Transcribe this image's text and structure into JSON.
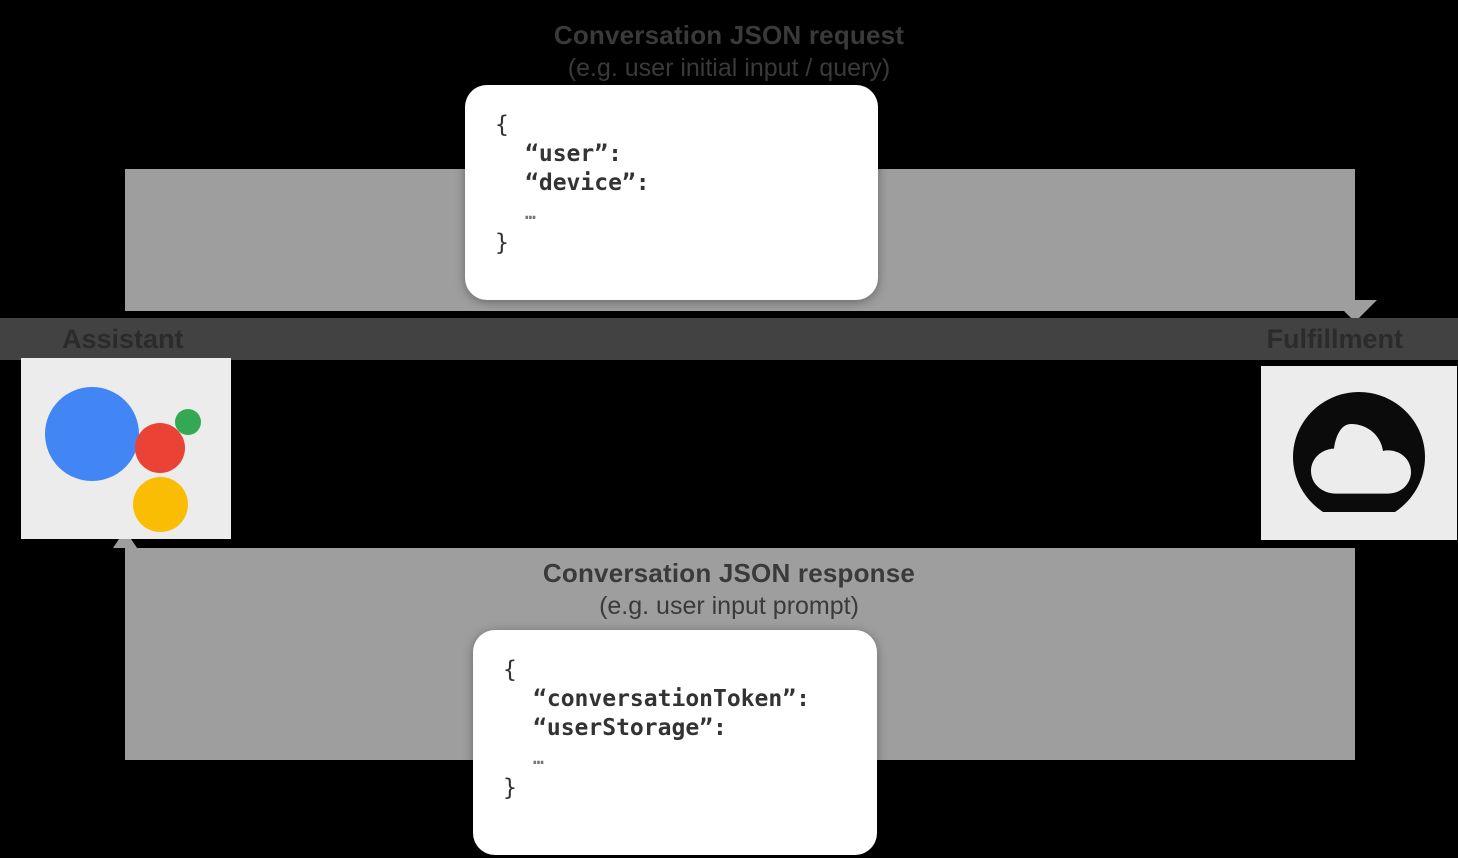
{
  "diagram": {
    "title": "Google Assistant conversation webhook flow",
    "background_color": "#000000",
    "band_color": "#424242",
    "arrow_color": "#9e9e9e",
    "tile_color": "#ececec"
  },
  "flows": {
    "request": {
      "heading": "Conversation JSON request",
      "subheading": "(e.g. user initial input / query)",
      "direction": "assistant-to-fulfillment"
    },
    "response": {
      "heading": "Conversation JSON response",
      "subheading": "(e.g. user input prompt)",
      "direction": "fulfillment-to-assistant"
    }
  },
  "endpoints": {
    "assistant": {
      "label": "Assistant",
      "icon": "google-assistant-icon",
      "dot_colors": {
        "blue": "#4285f4",
        "red": "#ea4335",
        "green": "#34a853",
        "yellow": "#fbbc04"
      }
    },
    "fulfillment": {
      "label": "Fulfillment",
      "icon": "cloud-icon"
    }
  },
  "json_request": {
    "lines": [
      "{",
      "  “user”:",
      "  “device”:",
      "  …",
      "}"
    ],
    "open_brace": "{",
    "key_user": "“user”:",
    "key_device": "“device”:",
    "ellipsis": "…",
    "close_brace": "}"
  },
  "json_response": {
    "lines": [
      "{",
      "  “conversationToken”:",
      "  “userStorage”:",
      "  …",
      "}"
    ],
    "open_brace": "{",
    "key_conversation_token": "“conversationToken”:",
    "key_user_storage": "“userStorage”:",
    "ellipsis": "…",
    "close_brace": "}"
  }
}
